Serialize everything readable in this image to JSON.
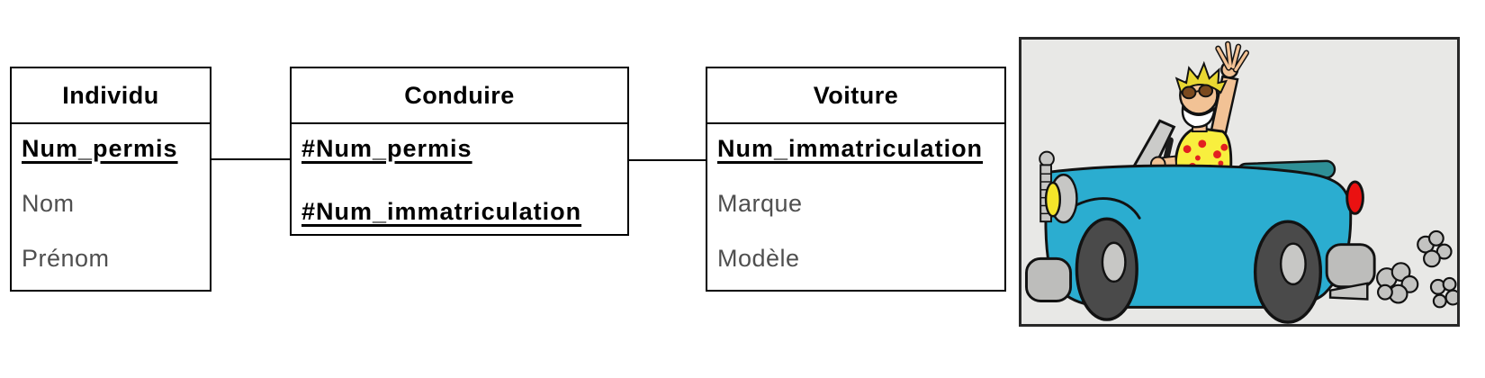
{
  "entities": [
    {
      "title": "Individu",
      "fields": [
        {
          "label": "Num_permis",
          "key": true
        },
        {
          "label": "Nom",
          "key": false
        },
        {
          "label": "Prénom",
          "key": false
        }
      ]
    },
    {
      "title": "Conduire",
      "fields": [
        {
          "label": "#Num_permis",
          "key": true
        },
        {
          "label": "#Num_immatriculation",
          "key": true
        }
      ]
    },
    {
      "title": "Voiture",
      "fields": [
        {
          "label": "Num_immatriculation",
          "key": true
        },
        {
          "label": "Marque",
          "key": false
        },
        {
          "label": "Modèle",
          "key": false
        }
      ]
    }
  ],
  "relations": [
    {
      "from": "Individu",
      "to": "Conduire"
    },
    {
      "from": "Conduire",
      "to": "Voiture"
    }
  ],
  "illustration": {
    "description": "Cartoon of a blond man with sunglasses and a red-flowered yellow shirt waving while driving a cyan convertible car, gray exhaust smoke puffs behind",
    "colors": {
      "canvas-bg": "#ffffff",
      "box-border": "#000000",
      "title-text": "#000000",
      "key-text": "#000000",
      "field-text": "#4f4f4f",
      "connector": "#000000",
      "panel-bg": "#e8e8e6",
      "panel-border": "#282828",
      "car-body": "#2badd0",
      "car-top": "#2e8f96",
      "outline": "#121212",
      "wheel": "#4a4a4a",
      "hubcap": "#c7c7c5",
      "bumper": "#bdbdbb",
      "smoke": "#c3c3c1",
      "taillight": "#ea1111",
      "headlight": "#f5e52a",
      "windshield": "#cbcbc9",
      "skin": "#f2c295",
      "hair": "#e9d832",
      "shirt": "#f8ef3e",
      "flower": "#e32020",
      "sunglasses": "#7b4a1f",
      "smile": "#ffffff"
    }
  }
}
